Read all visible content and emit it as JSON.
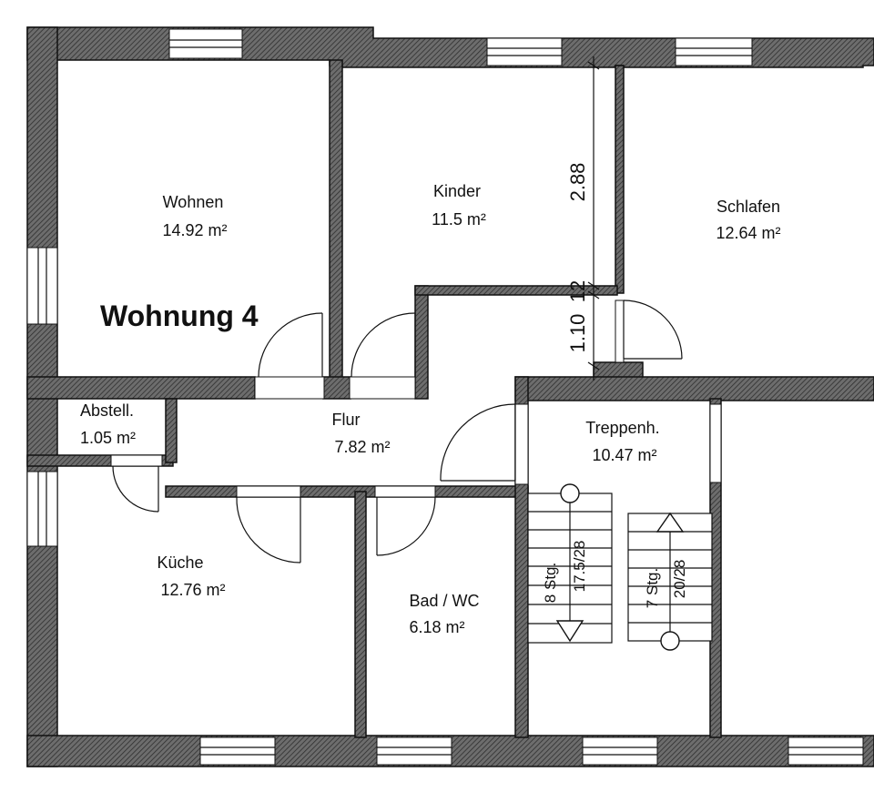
{
  "title": "Wohnung 4",
  "rooms": {
    "wohnen": {
      "name": "Wohnen",
      "area": "14.92 m²"
    },
    "kinder": {
      "name": "Kinder",
      "area": "11.5 m²"
    },
    "schlafen": {
      "name": "Schlafen",
      "area": "12.64 m²"
    },
    "abstell": {
      "name": "Abstell.",
      "area": "1.05 m²"
    },
    "flur": {
      "name": "Flur",
      "area": "7.82 m²"
    },
    "treppenhaus": {
      "name": "Treppenh.",
      "area": "10.47 m²"
    },
    "kueche": {
      "name": "Küche",
      "area": "12.76 m²"
    },
    "bad": {
      "name": "Bad / WC",
      "area": "6.18 m²"
    }
  },
  "dimensions": {
    "top": "2.88",
    "middle": "12",
    "bottom": "1.10"
  },
  "stairs": {
    "left": {
      "steps": "8 Stg.",
      "ratio": "17.5/28"
    },
    "right": {
      "steps": "7 Stg.",
      "ratio": "20/28"
    }
  }
}
